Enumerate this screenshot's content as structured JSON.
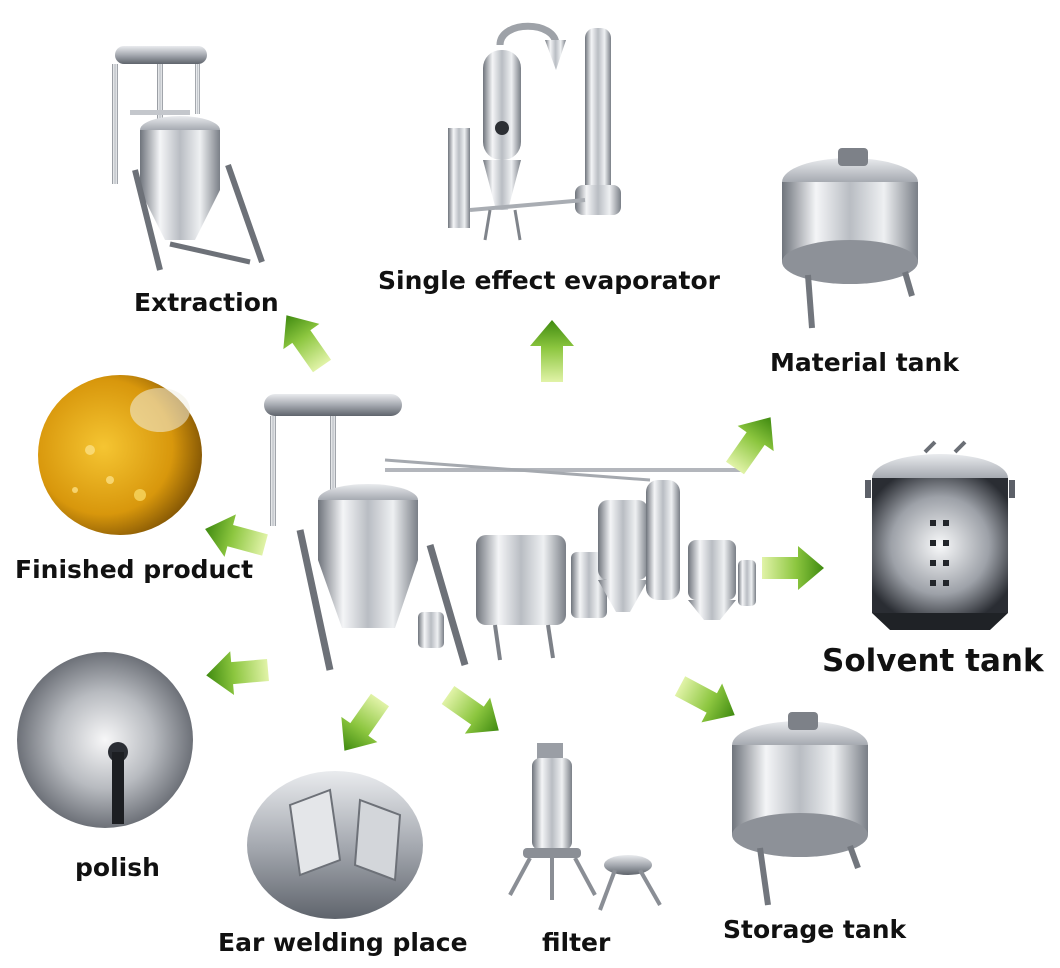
{
  "labels": {
    "extraction": "Extraction",
    "evaporator": "Single effect evaporator",
    "material_tank": "Material tank",
    "finished_product": "Finished product",
    "solvent_tank": "Solvent tank",
    "polish": "polish",
    "ear_welding": "Ear welding place",
    "filter": "filter",
    "storage_tank": "Storage tank"
  },
  "colors": {
    "arrow_light": "#d8ef9a",
    "arrow_dark": "#4f9a16",
    "steel_light": "#f2f3f5",
    "steel_dark": "#7c8088",
    "oil": "#e3a512"
  }
}
